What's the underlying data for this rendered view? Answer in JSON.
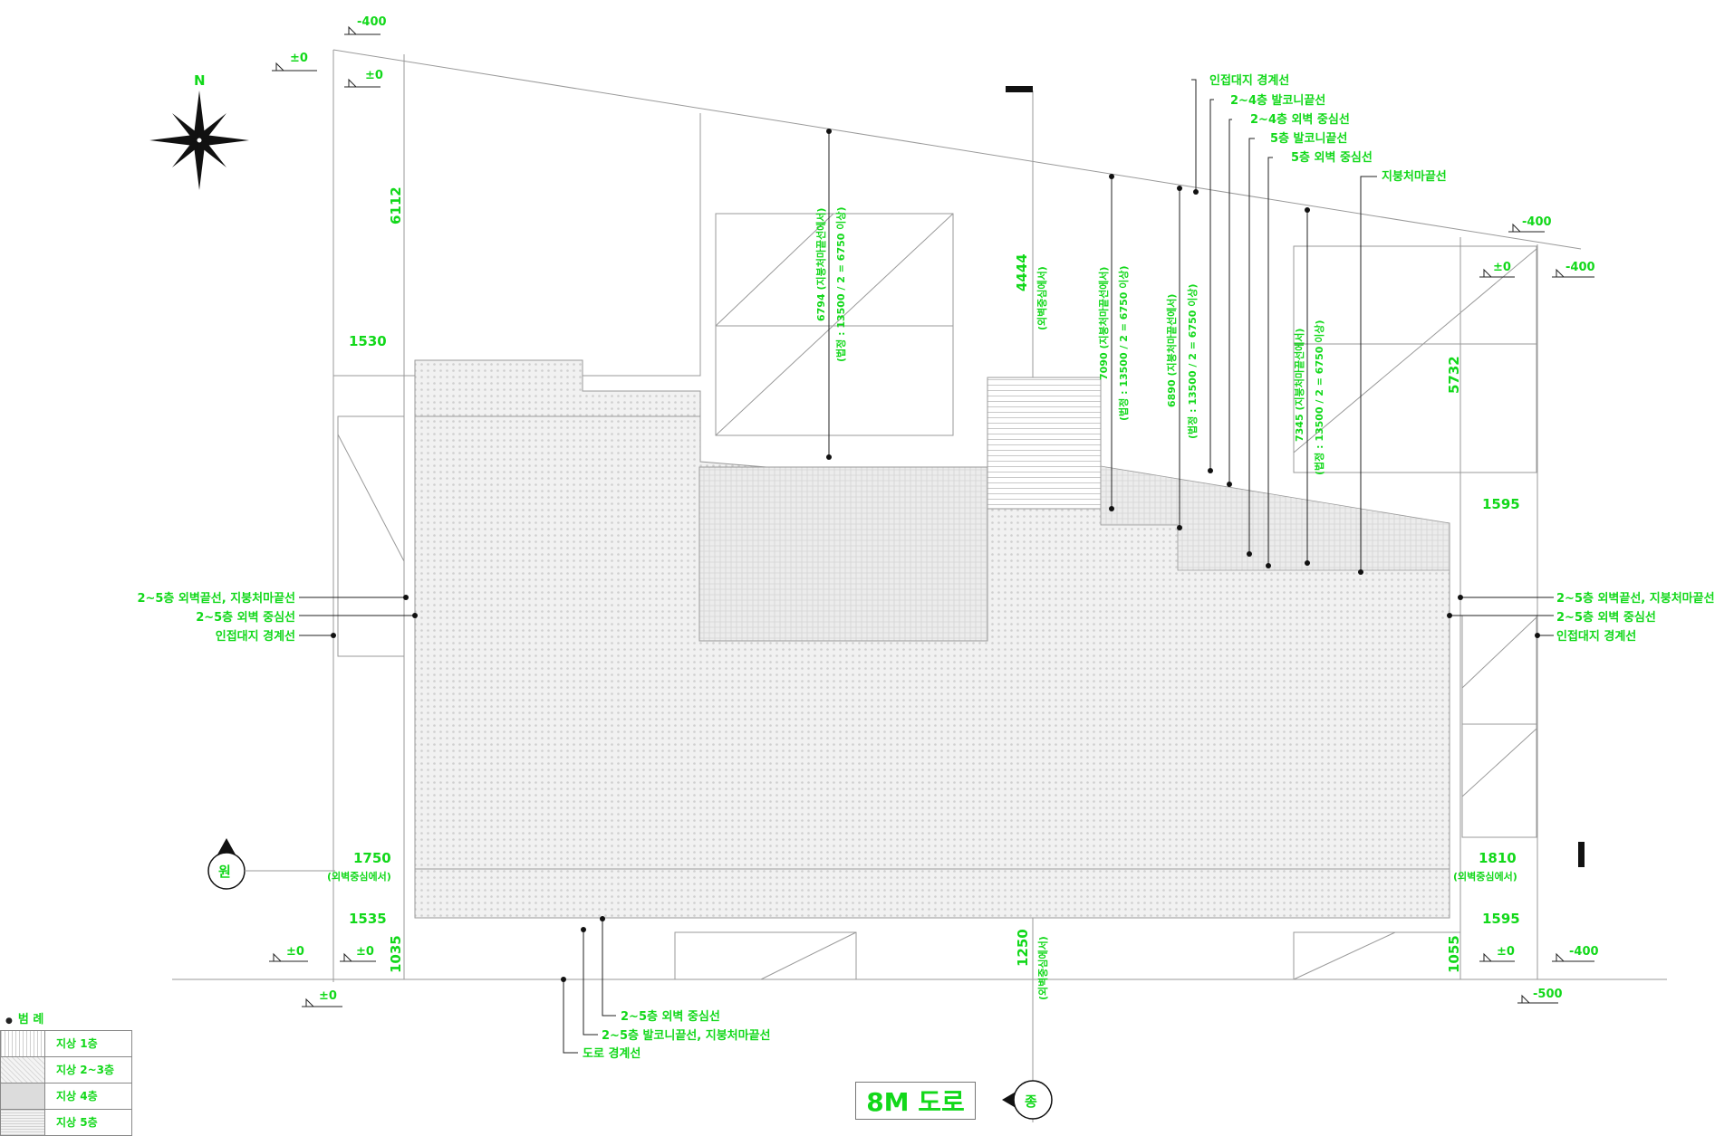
{
  "north": "N",
  "dimensions": {
    "d6112": "6112",
    "d1530": "1530",
    "d6794": "6794 (지붕처마끝선에서)",
    "d6794_note": "(법정 : 13500 / 2 = 6750 이상)",
    "d4444": "4444",
    "d4444_note": "(외벽중심에서)",
    "d7090": "7090 (지붕처마끝선에서)",
    "d7090_note": "(법정 : 13500 / 2 = 6750 이상)",
    "d6890": "6890 (지붕처마끝선에서)",
    "d6890_note": "(법정 : 13500 / 2 = 6750 이상)",
    "d7345": "7345 (지붕처마끝선에서)",
    "d7345_note": "(법정 : 13500 / 2 = 6750 이상)",
    "d5732": "5732",
    "d1595_top": "1595",
    "d1750": "1750",
    "d1750_note": "(외벽중심에서)",
    "d1810": "1810",
    "d1810_note": "(외벽중심에서)",
    "d1535": "1535",
    "d1595_bottom": "1595",
    "d1035": "1035",
    "d1250": "1250",
    "d1250_note": "(외벽중심에서)",
    "d1055": "1055"
  },
  "levels": {
    "m400_top": "-400",
    "zero_a": "±0",
    "zero_b": "±0",
    "m400_right1": "-400",
    "zero_right": "±0",
    "m400_right2": "-400",
    "zero_bl1": "±0",
    "zero_bl2": "±0",
    "zero_bl3": "±0",
    "zero_br": "±0",
    "m400_br": "-400",
    "m500_br": "-500"
  },
  "labels_top_right": [
    "인접대지 경계선",
    "2~4층 발코니끝선",
    "2~4층 외벽 중심선",
    "5층 발코니끝선",
    "5층 외벽 중심선",
    "지붕처마끝선"
  ],
  "labels_left": [
    "2~5층 외벽끝선, 지붕처마끝선",
    "2~5층 외벽 중심선",
    "인접대지 경계선"
  ],
  "labels_right": [
    "2~5층 외벽끝선, 지붕처마끝선",
    "2~5층 외벽 중심선",
    "인접대지 경계선"
  ],
  "labels_bottom": [
    "2~5층 외벽 중심선",
    "2~5층 발코니끝선, 지붕처마끝선",
    "도로 경계선"
  ],
  "direction_west": "원",
  "direction_east": "종",
  "road": "8M 도로",
  "legend": {
    "title": "범 례",
    "items": [
      "지상 1층",
      "지상 2~3층",
      "지상 4층",
      "지상 5층"
    ]
  }
}
